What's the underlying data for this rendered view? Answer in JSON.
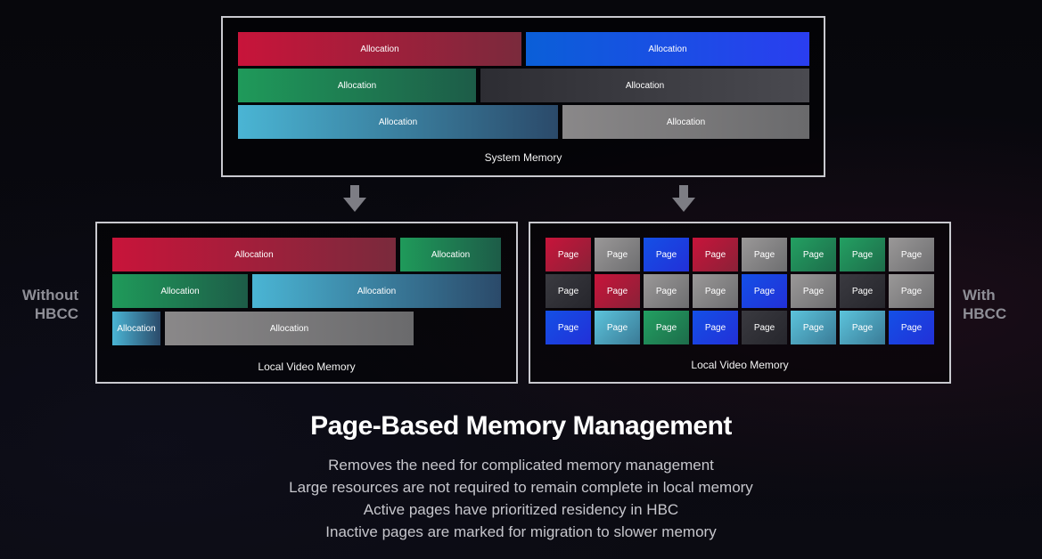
{
  "system_memory": {
    "label": "System Memory",
    "rows": [
      [
        {
          "text": "Allocation",
          "color": "red"
        },
        {
          "text": "Allocation",
          "color": "blue"
        }
      ],
      [
        {
          "text": "Allocation",
          "color": "green"
        },
        {
          "text": "Allocation",
          "color": "dark"
        }
      ],
      [
        {
          "text": "Allocation",
          "color": "teal"
        },
        {
          "text": "Allocation",
          "color": "gray"
        }
      ]
    ]
  },
  "without_hbcc": {
    "side_label_line1": "Without",
    "side_label_line2": "HBCC",
    "label": "Local Video Memory",
    "rows": [
      [
        {
          "text": "Allocation",
          "color": "red"
        },
        {
          "text": "Allocation",
          "color": "green"
        }
      ],
      [
        {
          "text": "Allocation",
          "color": "green"
        },
        {
          "text": "Allocation",
          "color": "teal"
        }
      ],
      [
        {
          "text": "Allocation",
          "color": "teal"
        },
        {
          "text": "Allocation",
          "color": "gray"
        }
      ]
    ]
  },
  "with_hbcc": {
    "side_label_line1": "With",
    "side_label_line2": "HBCC",
    "label": "Local Video Memory",
    "page_text": "Page",
    "pages": [
      [
        "red",
        "gray",
        "blue",
        "red",
        "gray",
        "green",
        "green",
        "gray"
      ],
      [
        "dark",
        "red",
        "gray",
        "gray",
        "blue",
        "gray",
        "dark",
        "gray"
      ],
      [
        "blue",
        "teal",
        "green",
        "blue",
        "dark",
        "teal",
        "teal",
        "blue"
      ]
    ]
  },
  "heading": "Page-Based Memory Management",
  "bullets": [
    "Removes the need for complicated memory management",
    "Large resources are not required to remain complete in local memory",
    "Active pages have prioritized residency in HBC",
    "Inactive pages are marked for migration to slower memory"
  ]
}
